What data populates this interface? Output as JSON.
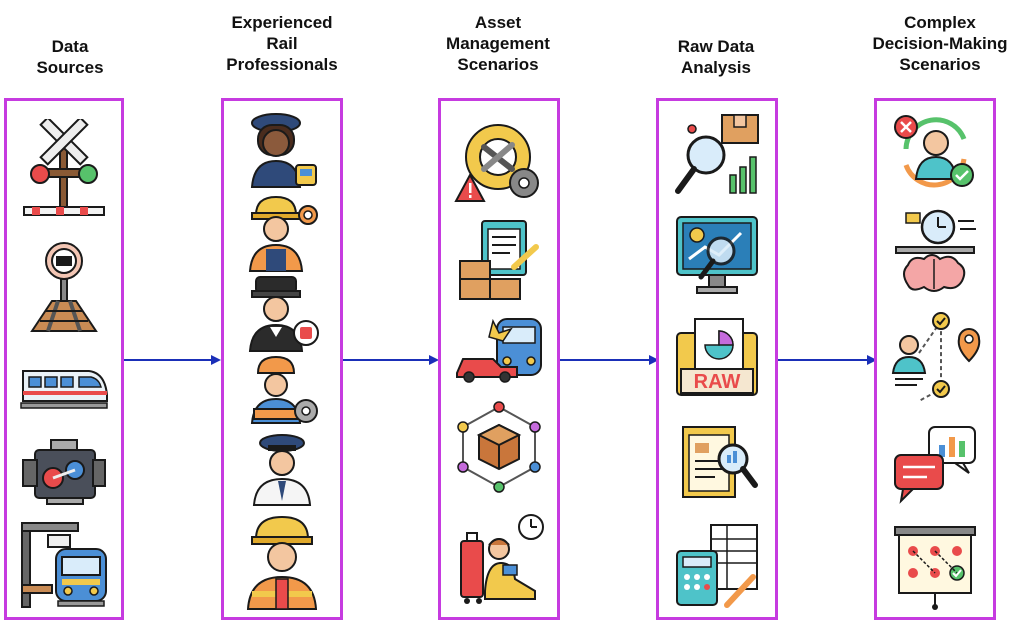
{
  "colors": {
    "column_border": "#c63be0",
    "arrow": "#1a2fb8",
    "outline": "#1a1a1a"
  },
  "stages": [
    {
      "title": "Data\nSources",
      "icons": [
        "railroad-crossing-signal-icon",
        "rail-track-sign-icon",
        "high-speed-train-icon",
        "train-camera-sensor-icon",
        "train-station-platform-icon"
      ]
    },
    {
      "title": "Experienced\nRail\nProfessionals",
      "icons": [
        "female-rail-conductor-icon",
        "engineer-with-gear-icon",
        "train-driver-icon",
        "maintenance-worker-icon",
        "rail-police-officer-icon",
        "construction-worker-icon"
      ]
    },
    {
      "title": "Asset\nManagement\nScenarios",
      "icons": [
        "broken-gear-warning-icon",
        "inventory-checklist-icon",
        "train-car-collision-icon",
        "asset-network-box-icon",
        "waiting-passenger-icon"
      ]
    },
    {
      "title": "Raw Data\nAnalysis",
      "icons": [
        "data-search-chart-icon",
        "monitor-analytics-icon",
        "raw-data-folder-icon",
        "document-magnifier-icon",
        "calculator-spreadsheet-icon"
      ]
    },
    {
      "title": "Complex\nDecision-Making\nScenarios",
      "icons": [
        "decision-cycle-person-icon",
        "time-brain-balance-icon",
        "decision-path-person-icon",
        "chat-chart-bubbles-icon",
        "strategy-board-icon"
      ]
    }
  ]
}
